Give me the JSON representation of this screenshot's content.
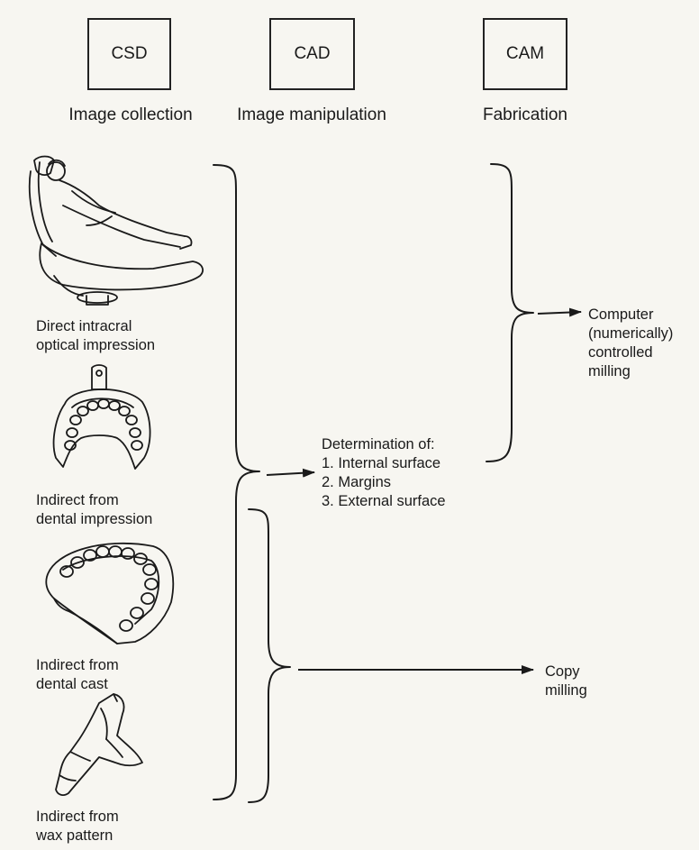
{
  "headers": [
    {
      "abbr": "CSD",
      "label": "Image collection"
    },
    {
      "abbr": "CAD",
      "label": "Image manipulation"
    },
    {
      "abbr": "CAM",
      "label": "Fabrication"
    }
  ],
  "methods": [
    {
      "line1": "Direct intracral",
      "line2": "optical impression",
      "icon": "dental-chair-icon"
    },
    {
      "line1": "Indirect from",
      "line2": "dental impression",
      "icon": "impression-tray-icon"
    },
    {
      "line1": "Indirect from",
      "line2": "dental cast",
      "icon": "dental-cast-icon"
    },
    {
      "line1": "Indirect from",
      "line2": "wax pattern",
      "icon": "wax-pattern-icon"
    }
  ],
  "determination": {
    "title": "Determination of:",
    "items": [
      "1. Internal surface",
      "2. Margins",
      "3. External surface"
    ]
  },
  "outputs": {
    "computer": [
      "Computer",
      "(numerically)",
      "controlled",
      "milling"
    ],
    "copy": [
      "Copy",
      "milling"
    ]
  }
}
